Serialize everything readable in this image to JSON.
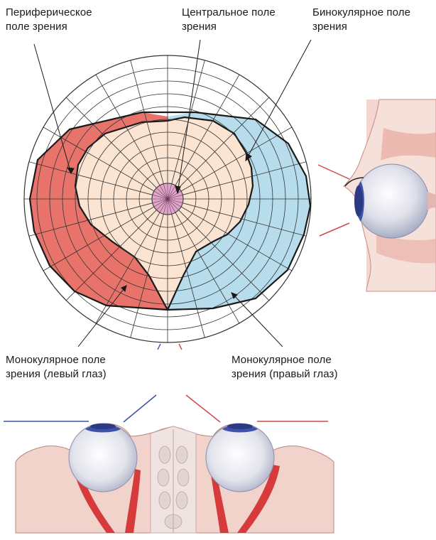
{
  "labels": {
    "peripheral": "Периферическое\nполе зрения",
    "central": "Центральное поле\nзрения",
    "binocular": "Бинокулярное поле\nзрения",
    "monocular_left": "Монокулярное поле\nзрения (левый глаз)",
    "monocular_right": "Монокулярное поле\nзрения (правый глаз)"
  },
  "colors": {
    "left_field": "#e8736a",
    "right_field": "#b7dcec",
    "binocular_field": "#fbe4d2",
    "central_field": "#e0a6c8",
    "grid": "#333333",
    "outline": "#1a1a1a",
    "tissue": "#f1d3cc",
    "muscle": "#d63a3a",
    "eyeball": "#dcdde8",
    "iris": "#3d52a8"
  },
  "icons": {
    "side_view": "eye-side-view-icon",
    "top_view": "eyes-top-view-illustration"
  }
}
